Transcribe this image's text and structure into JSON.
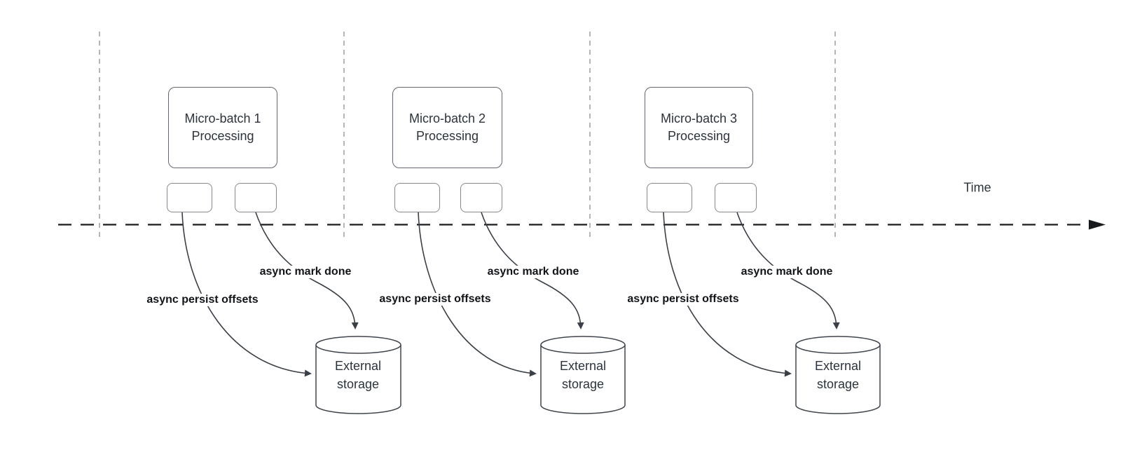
{
  "colors": {
    "background": "#ffffff",
    "node_stroke": "#63676d",
    "task_stroke": "#85888c",
    "arrow_stroke": "#3b4046",
    "guide_line": "#9b9ea3",
    "timeline": "#17191d",
    "node_text": "#2d333b",
    "edge_label_text": "#121417"
  },
  "time_axis": {
    "label": "Time"
  },
  "groups": [
    {
      "process_label": "Micro-batch 1 Processing",
      "persist_label": "async persist offsets",
      "mark_label": "async mark done",
      "storage_label": "External storage"
    },
    {
      "process_label": "Micro-batch 2 Processing",
      "persist_label": "async persist offsets",
      "mark_label": "async mark done",
      "storage_label": "External storage"
    },
    {
      "process_label": "Micro-batch 3 Processing",
      "persist_label": "async persist offsets",
      "mark_label": "async mark done",
      "storage_label": "External storage"
    }
  ]
}
